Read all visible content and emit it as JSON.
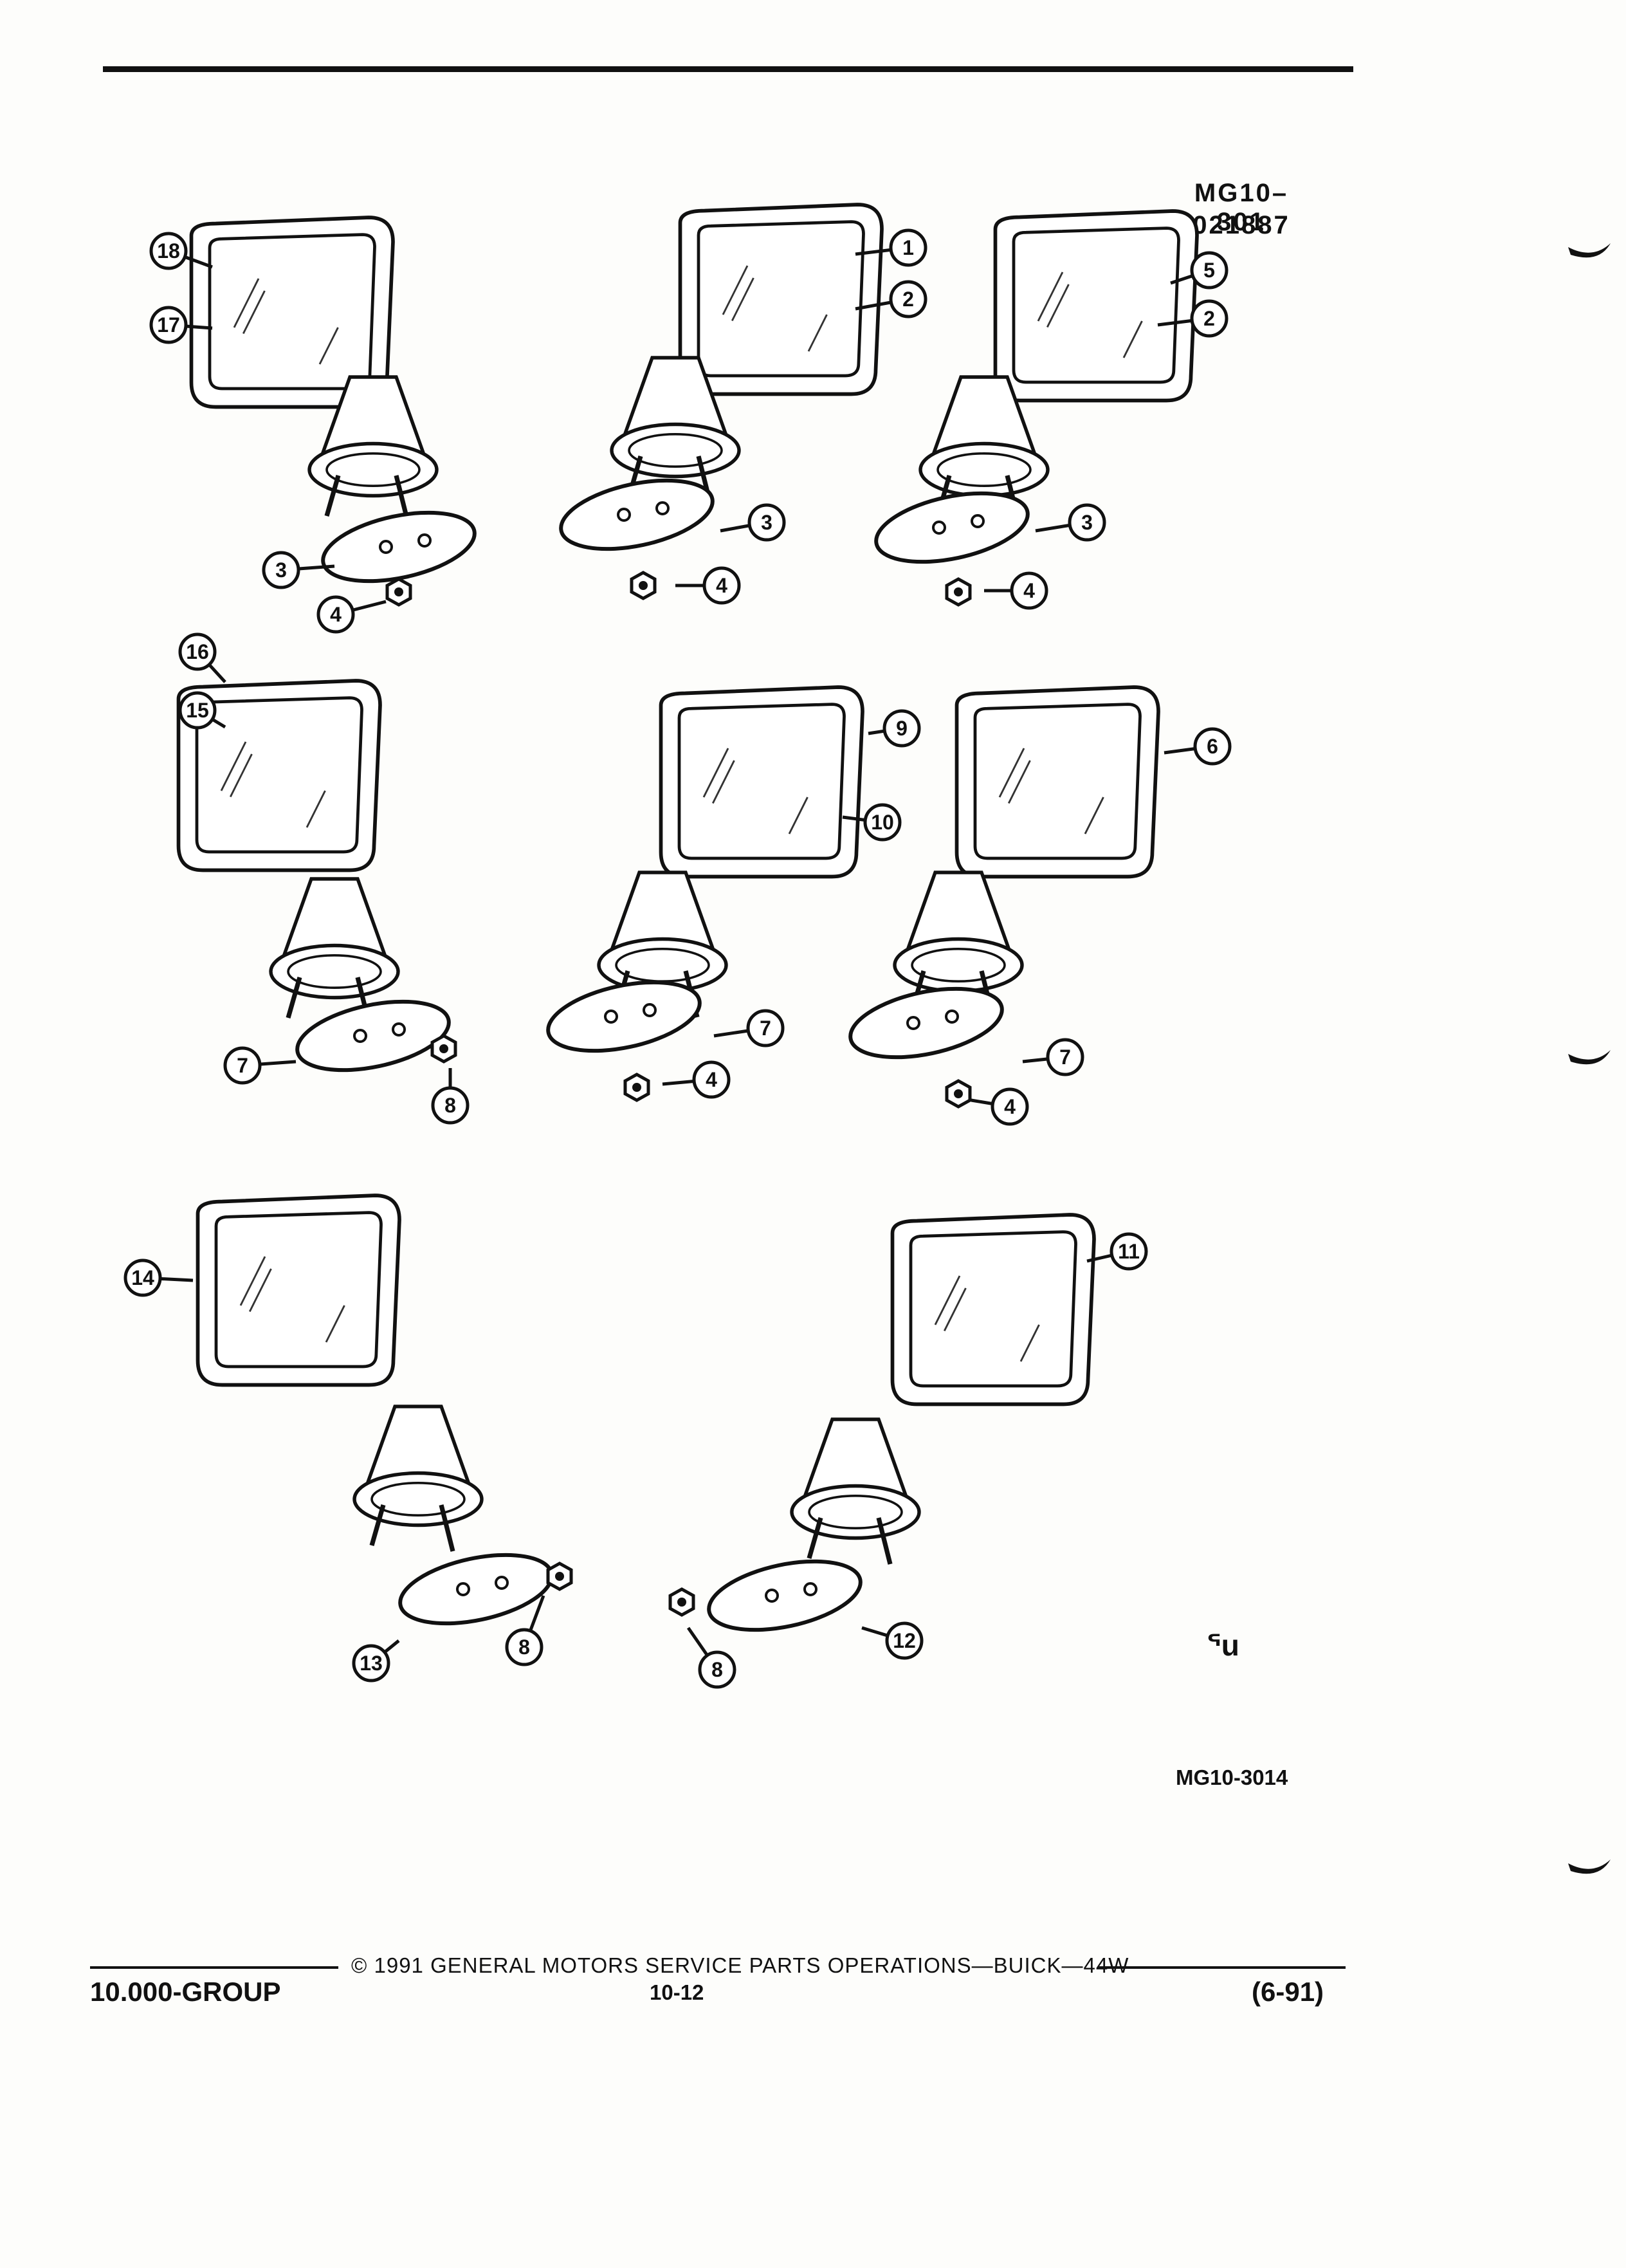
{
  "figure": {
    "code_line1": "MG10–301",
    "code_line2": "021887",
    "reference": "MG10-3014",
    "mark": "ᕐu"
  },
  "callouts": [
    "18",
    "17",
    "1",
    "2",
    "5",
    "2",
    "3",
    "4",
    "3",
    "4",
    "3",
    "4",
    "16",
    "15",
    "9",
    "10",
    "6",
    "7",
    "4",
    "7",
    "4",
    "7",
    "8",
    "14",
    "11",
    "13",
    "8",
    "8",
    "12"
  ],
  "footer": {
    "copyright": "© 1991 GENERAL MOTORS SERVICE PARTS OPERATIONS—BUICK—44W",
    "group": "10.000-GROUP",
    "page": "10-12",
    "date": "(6-91)"
  }
}
